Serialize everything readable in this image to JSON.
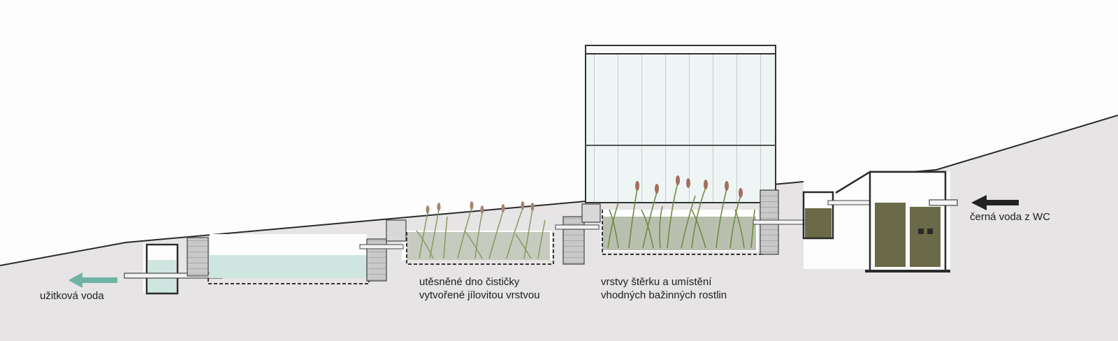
{
  "labels": {
    "black_water": "černá voda z WC",
    "useful_water": "užitková voda",
    "sealed_bottom_line1": "utěsněné dno čističky",
    "sealed_bottom_line2": "vytvořené jílovitou vrstvou",
    "gravel_layers_line1": "vrstvy štěrku a umístění",
    "gravel_layers_line2": "vhodných bažinných rostlin"
  },
  "colors": {
    "ground": "#e6e4e4",
    "water": "#cfe6e0",
    "sludge": "#6b6a48",
    "plants": "#7f9a5a",
    "gravel": "#c7cabf",
    "outflow_arrow": "#6fb3a4",
    "inflow_arrow": "#222222",
    "structure": "#3a3a3a"
  }
}
